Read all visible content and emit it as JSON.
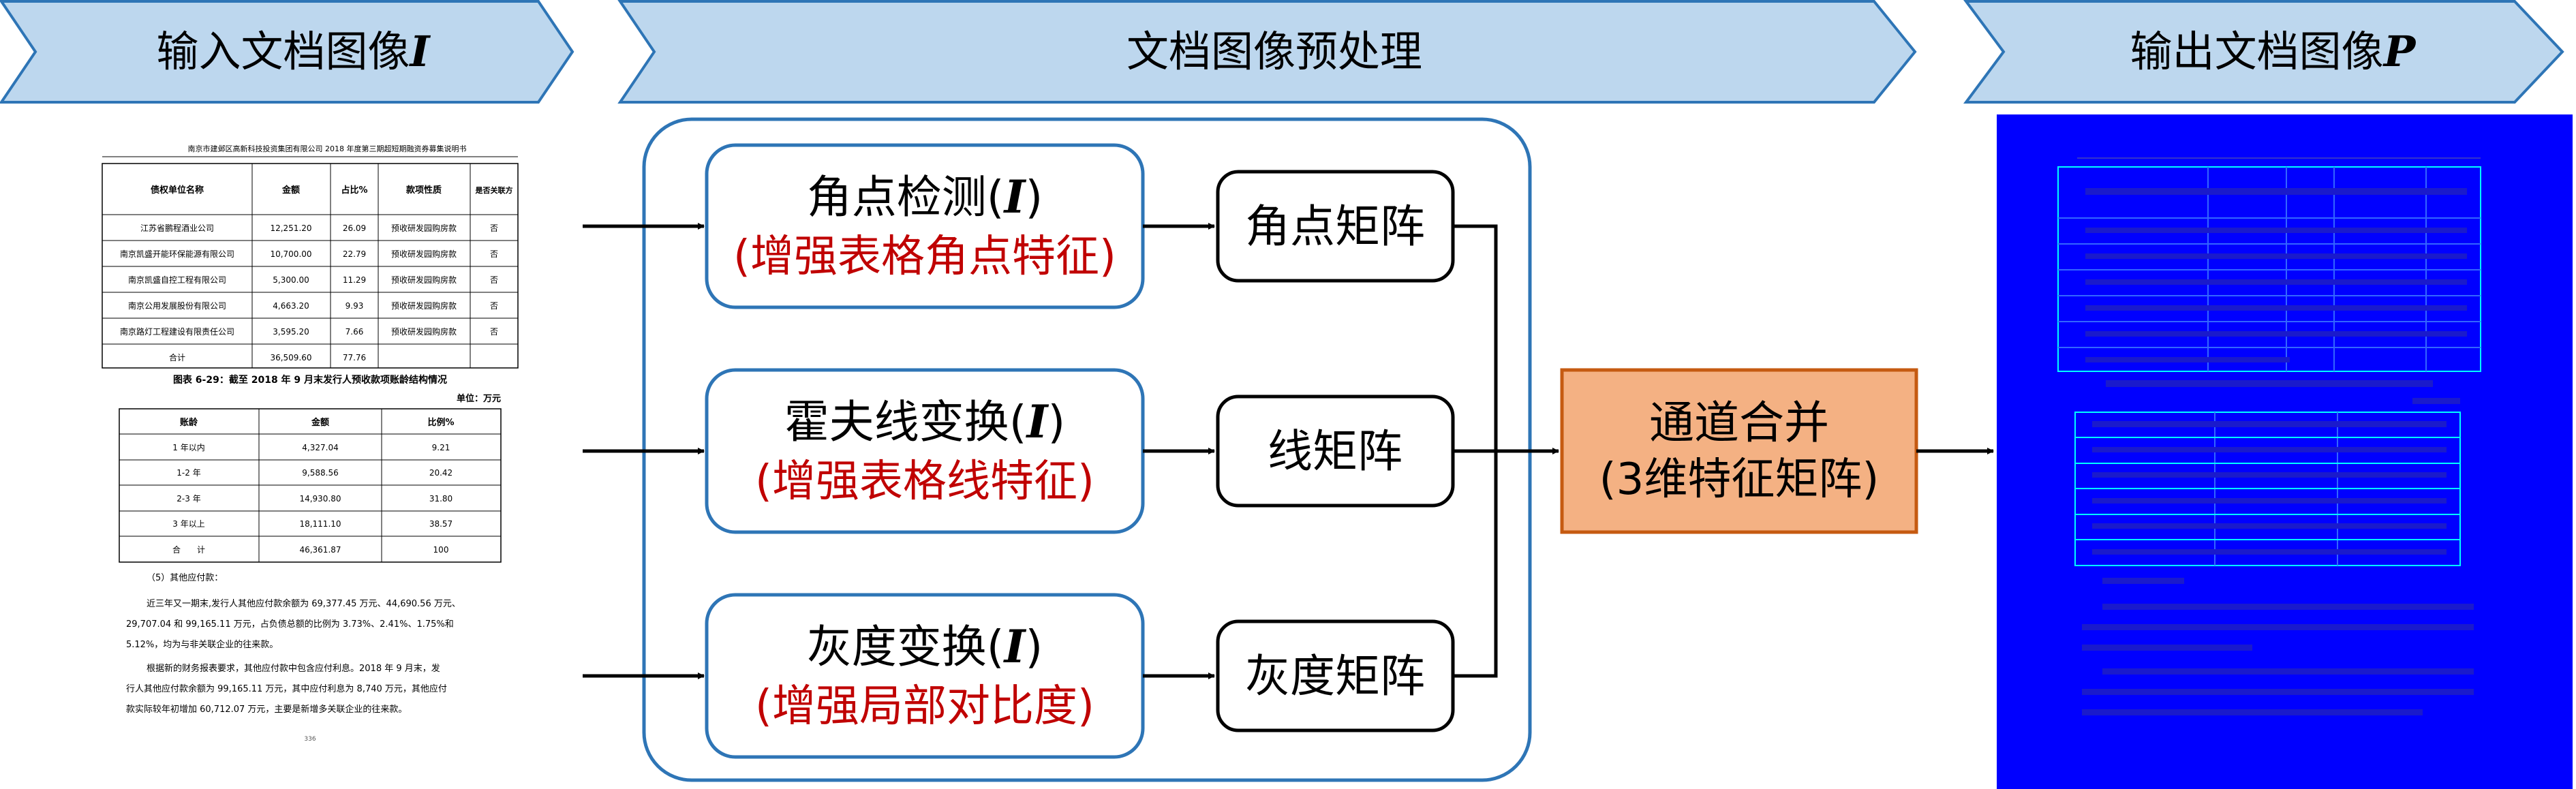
{
  "colors": {
    "banner_fill": "#bdd7ee",
    "banner_stroke": "#2e75b6",
    "box_stroke": "#2e75b6",
    "red_text": "#c00000",
    "merge_fill": "#f4b183",
    "merge_stroke": "#c55a11",
    "output_bg": "#0000ff",
    "arrow": "#000000"
  },
  "banners": {
    "input": {
      "text": "输入文档图像",
      "var": "I"
    },
    "preprocess": {
      "text": "文档图像预处理"
    },
    "output": {
      "text": "输出文档图像",
      "var": "P"
    }
  },
  "processing": [
    {
      "line1": "角点检测(",
      "var": "I",
      "close": ")",
      "line2": "(增强表格角点特征)"
    },
    {
      "line1": "霍夫线变换(",
      "var": "I",
      "close": ")",
      "line2": "(增强表格线特征)"
    },
    {
      "line1": "灰度变换(",
      "var": "I",
      "close": ")",
      "line2": "(增强局部对比度)"
    }
  ],
  "matrices": [
    "角点矩阵",
    "线矩阵",
    "灰度矩阵"
  ],
  "merge": {
    "line1": "通道合并",
    "line2": "(3维特征矩阵)"
  },
  "document": {
    "header": "南京市建邺区高新科技投资集团有限公司 2018 年度第三期超短期融资券募集说明书",
    "table1": {
      "headers": [
        "债权单位名称",
        "金额",
        "占比%",
        "款项性质",
        "是否关联方"
      ],
      "rows": [
        [
          "江苏省鹏程酒业公司",
          "12,251.20",
          "26.09",
          "预收研发园购房款",
          "否"
        ],
        [
          "南京凯盛开能环保能源有限公司",
          "10,700.00",
          "22.79",
          "预收研发园购房款",
          "否"
        ],
        [
          "南京凯盛自控工程有限公司",
          "5,300.00",
          "11.29",
          "预收研发园购房款",
          "否"
        ],
        [
          "南京公用发展股份有限公司",
          "4,663.20",
          "9.93",
          "预收研发园购房款",
          "否"
        ],
        [
          "南京路灯工程建设有限责任公司",
          "3,595.20",
          "7.66",
          "预收研发园购房款",
          "否"
        ],
        [
          "合计",
          "36,509.60",
          "77.76",
          "",
          ""
        ]
      ]
    },
    "caption2": "图表 6-29：截至 2018 年 9 月末发行人预收款项账龄结构情况",
    "unit2": "单位：万元",
    "table2": {
      "headers": [
        "账龄",
        "金额",
        "比例%"
      ],
      "rows": [
        [
          "1 年以内",
          "4,327.04",
          "9.21"
        ],
        [
          "1-2 年",
          "9,588.56",
          "20.42"
        ],
        [
          "2-3 年",
          "14,930.80",
          "31.80"
        ],
        [
          "3 年以上",
          "18,111.10",
          "38.57"
        ],
        [
          "合　　计",
          "46,361.87",
          "100"
        ]
      ]
    },
    "section": "（5）其他应付款：",
    "para1": [
      "近三年又一期末,发行人其他应付款余额为 69,377.45 万元、44,690.56 万元、",
      "29,707.04 和 99,165.11 万元，占负债总额的比例为 3.73%、2.41%、1.75%和",
      "5.12%，均为与非关联企业的往来款。"
    ],
    "para2": [
      "根据新的财务报表要求，其他应付款中包含应付利息。2018 年 9 月末，发",
      "行人其他应付款余额为 99,165.11 万元，其中应付利息为 8,740 万元，其他应付",
      "款实际较年初增加 60,712.07 万元，主要是新增多关联企业的往来款。"
    ],
    "page": "336"
  }
}
